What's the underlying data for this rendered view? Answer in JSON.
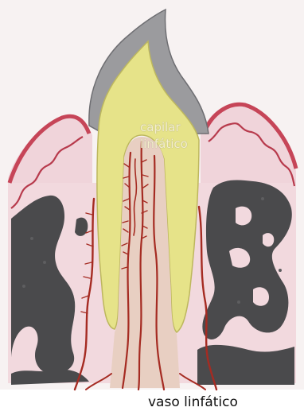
{
  "labels": {
    "capillary_line1": "capilar",
    "capillary_line2": "linfático",
    "lymph_vessel": "vaso linfático"
  },
  "colors": {
    "background": "#ffffff",
    "tissue_pink": "#f2d9de",
    "gingiva_red": "#c64558",
    "enamel_gray": "#9b9b9e",
    "dentin_yellow": "#e6e389",
    "pulp_pink": "#e8cfc2",
    "bone_dark": "#4a4a4c",
    "vessel_red": "#a52b22"
  }
}
